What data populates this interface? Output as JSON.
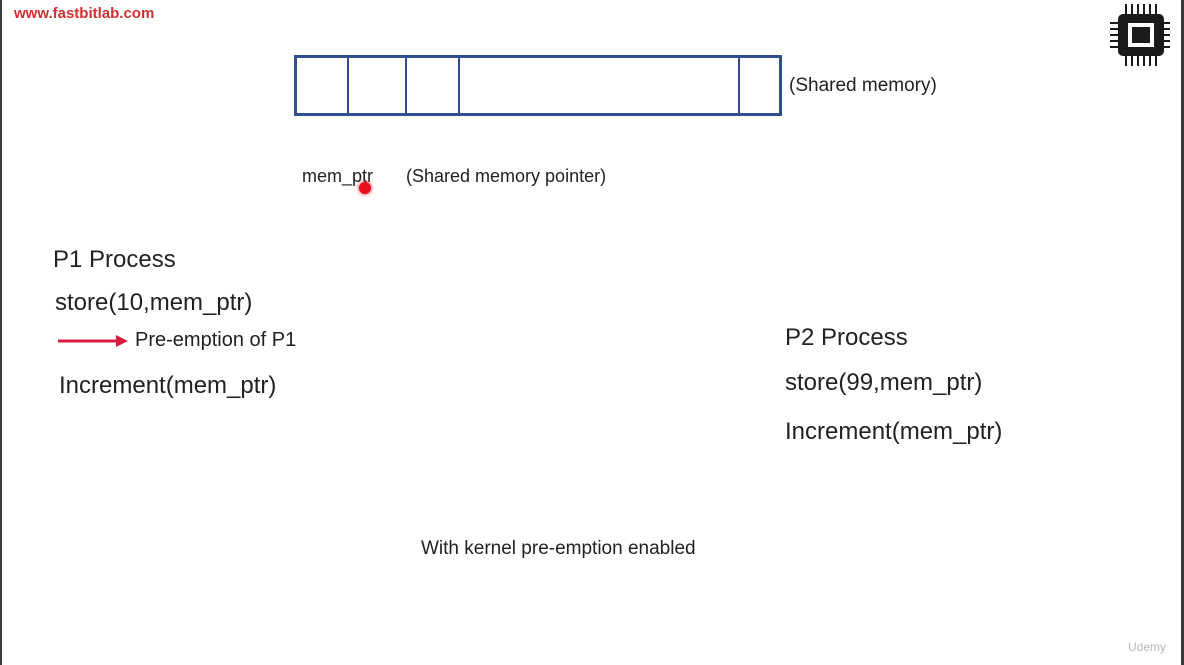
{
  "header": {
    "site_url": "www.fastbitlab.com",
    "logo_icon": "chip-icon"
  },
  "diagram": {
    "shared_memory_label": "(Shared memory)",
    "pointer_name": "mem_ptr",
    "pointer_description": "(Shared memory pointer)",
    "memory_cells": 5
  },
  "p1": {
    "title": "P1 Process",
    "store": "store(10,mem_ptr)",
    "preemption": "Pre-emption of P1",
    "increment": "Increment(mem_ptr)"
  },
  "p2": {
    "title": "P2 Process",
    "store": "store(99,mem_ptr)",
    "increment": "Increment(mem_ptr)"
  },
  "caption": "With kernel pre-emption enabled",
  "watermark": {
    "icon": "udemy-logo-icon",
    "text": "Udemy"
  },
  "colors": {
    "url": "#d32f2f",
    "memory_border": "#2f4f8f",
    "arrow": "#d81b3c",
    "cursor": "#e8101f"
  }
}
